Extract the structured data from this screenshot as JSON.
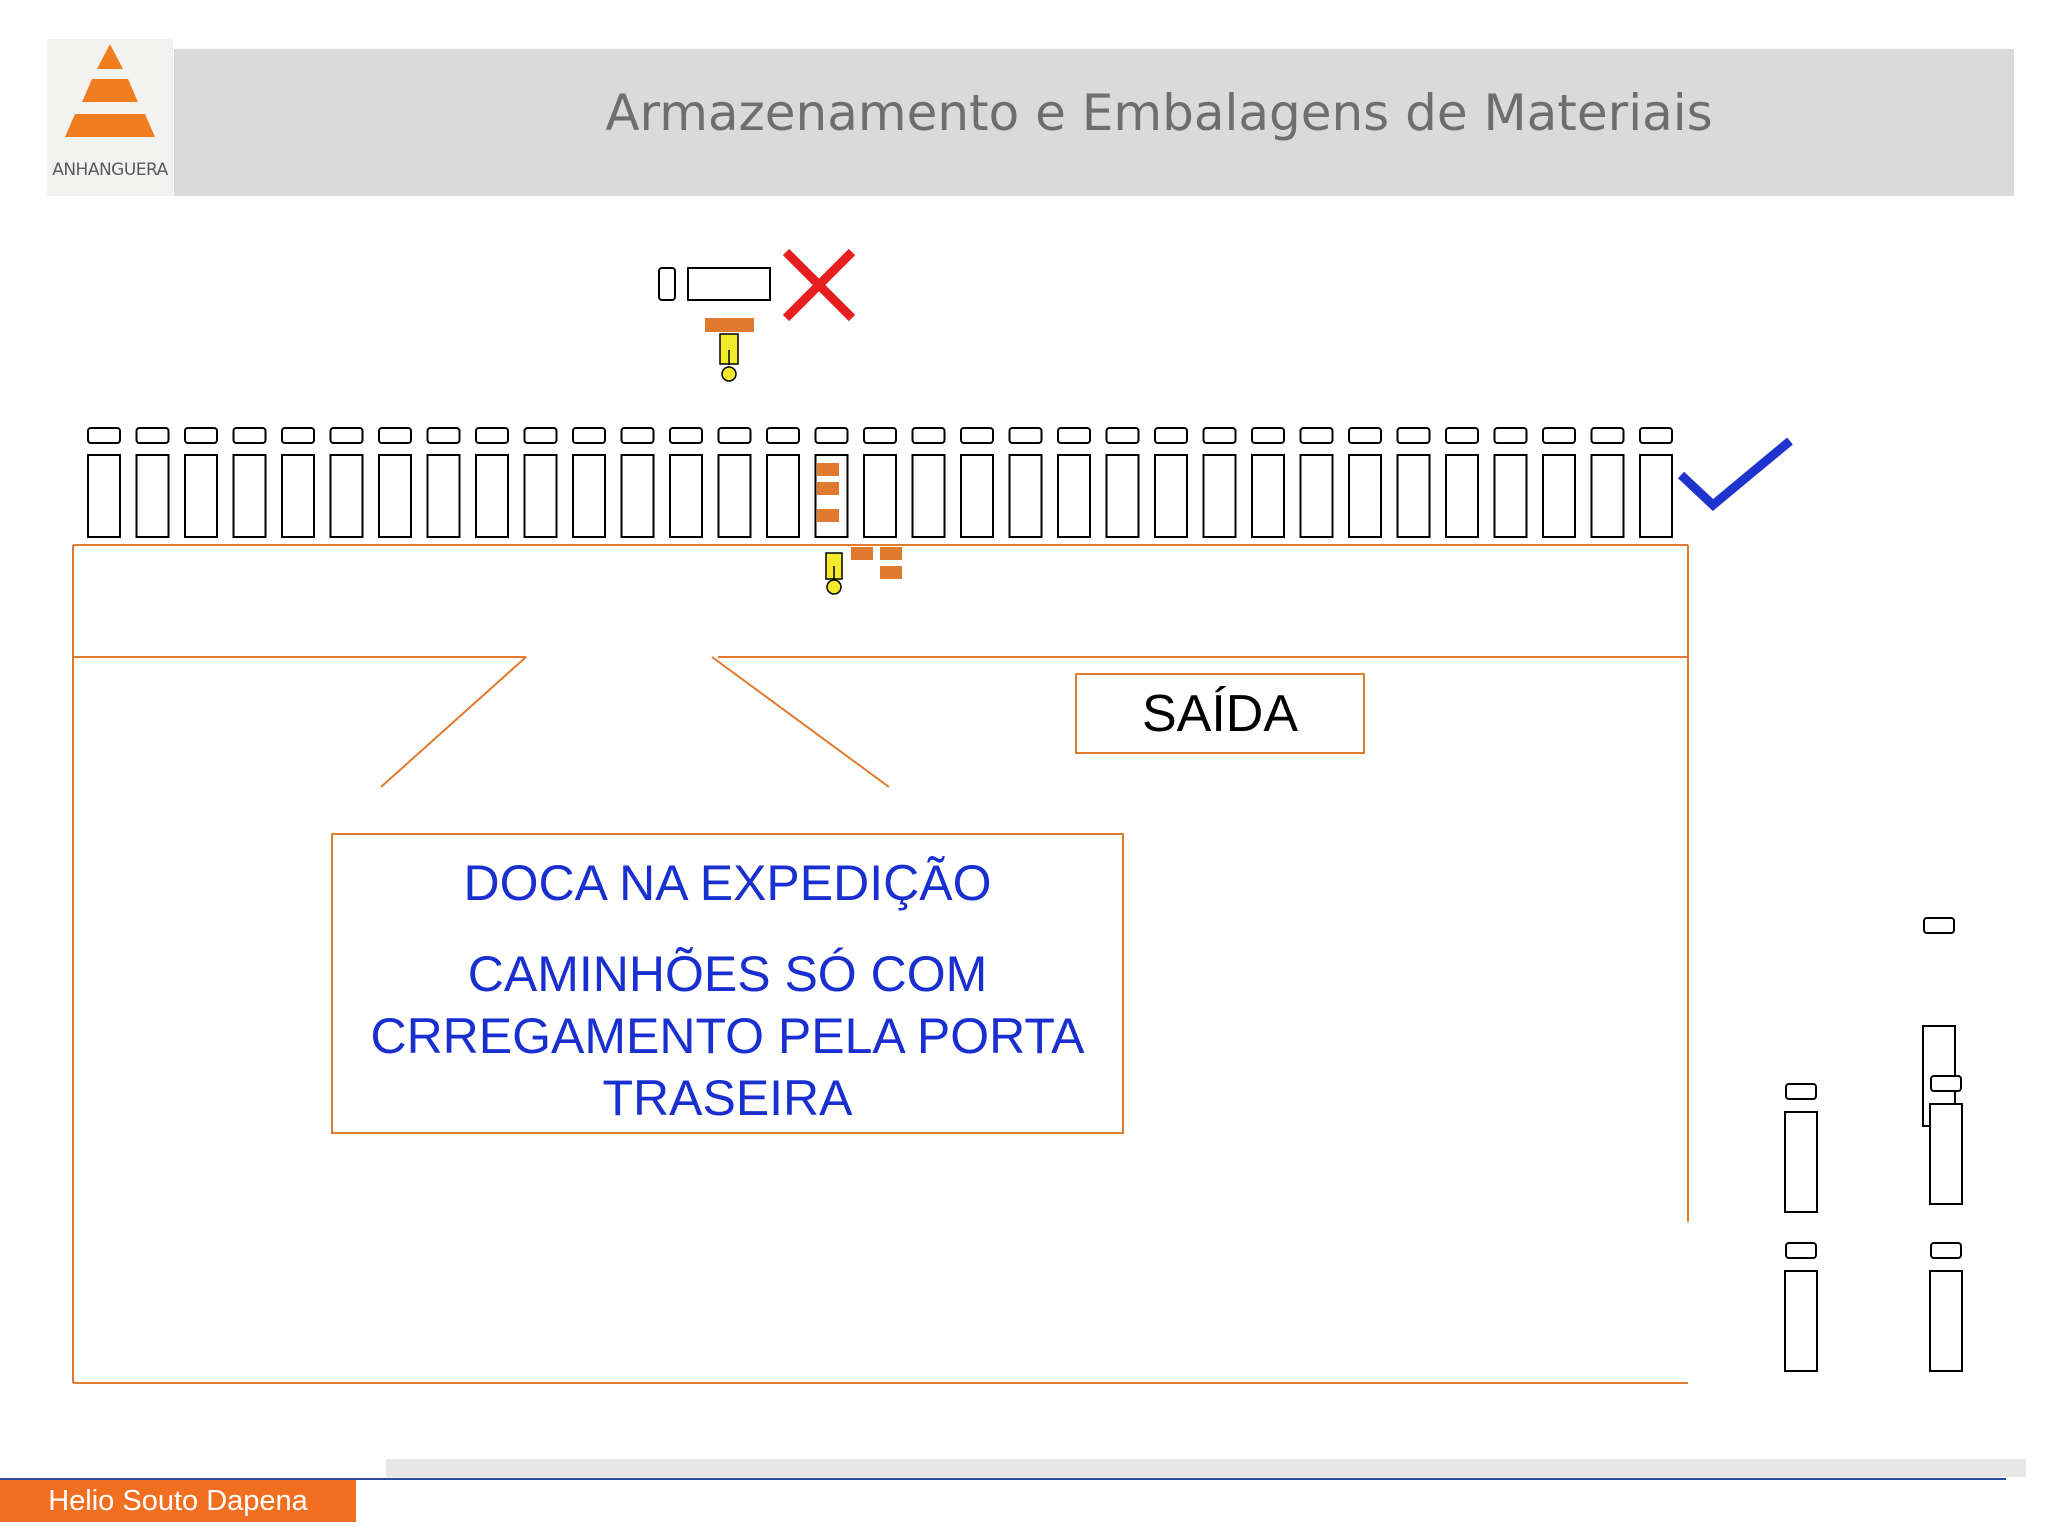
{
  "header": {
    "logo_text": "ANHANGUERA",
    "title": "Armazenamento e Embalagens de Materiais"
  },
  "diagram": {
    "exit_label": "SAÍDA",
    "dock_label": "DOCA NA EXPEDIÇÃO",
    "dock_note": "CAMINHÕES SÓ COM\nCRREGAMENTO PELA PORTA\nTRASEIRA",
    "docked_trucks_count": 33,
    "parked_trucks_count": 5,
    "wrong_mark_icon": "cross-icon",
    "right_mark_icon": "check-icon",
    "colors": {
      "building_outline": "#e07a2e",
      "pallet": "#e07a2e",
      "forklift": "#f2ea2a",
      "wrong_mark": "#e61e1e",
      "right_mark": "#1f34cc",
      "note_text": "#1a2fd0"
    }
  },
  "footer": {
    "author": "Helio Souto Dapena"
  }
}
